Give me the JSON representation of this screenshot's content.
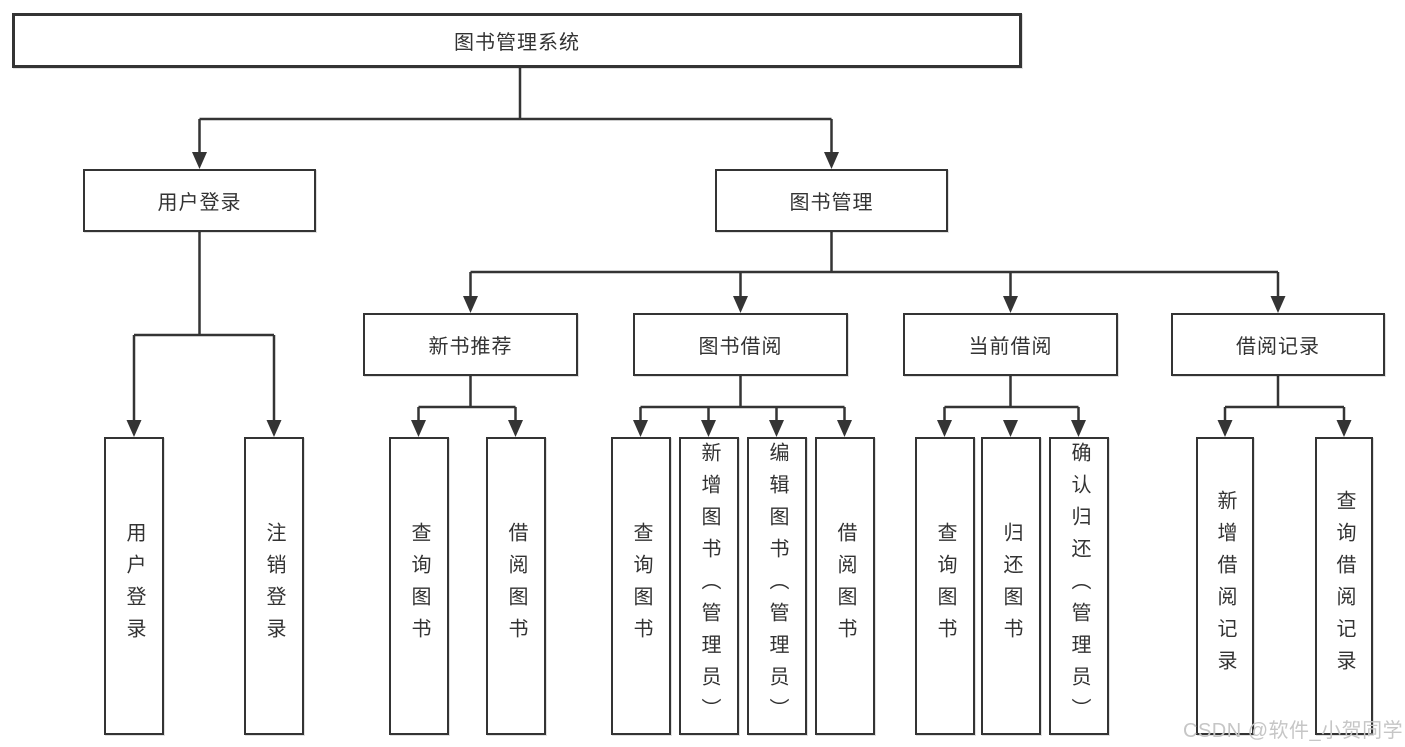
{
  "tree": {
    "root": {
      "label": "图书管理系统",
      "children": [
        {
          "label": "用户登录",
          "children": [
            {
              "label": "用户登录"
            },
            {
              "label": "注销登录"
            }
          ]
        },
        {
          "label": "图书管理",
          "children": [
            {
              "label": "新书推荐",
              "children": [
                {
                  "label": "查询图书"
                },
                {
                  "label": "借阅图书"
                }
              ]
            },
            {
              "label": "图书借阅",
              "children": [
                {
                  "label": "查询图书"
                },
                {
                  "label": "新增图书（管理员）"
                },
                {
                  "label": "编辑图书（管理员）"
                },
                {
                  "label": "借阅图书"
                }
              ]
            },
            {
              "label": "当前借阅",
              "children": [
                {
                  "label": "查询图书"
                },
                {
                  "label": "归还图书"
                },
                {
                  "label": "确认归还（管理员）"
                }
              ]
            },
            {
              "label": "借阅记录",
              "children": [
                {
                  "label": "新增借阅记录"
                },
                {
                  "label": "查询借阅记录"
                }
              ]
            }
          ]
        }
      ]
    }
  },
  "watermark": "CSDN @软件_小贺同学",
  "colors": {
    "line": "#343434",
    "text": "#333333",
    "watermark": "#c6c6c6",
    "background": "#ffffff"
  }
}
